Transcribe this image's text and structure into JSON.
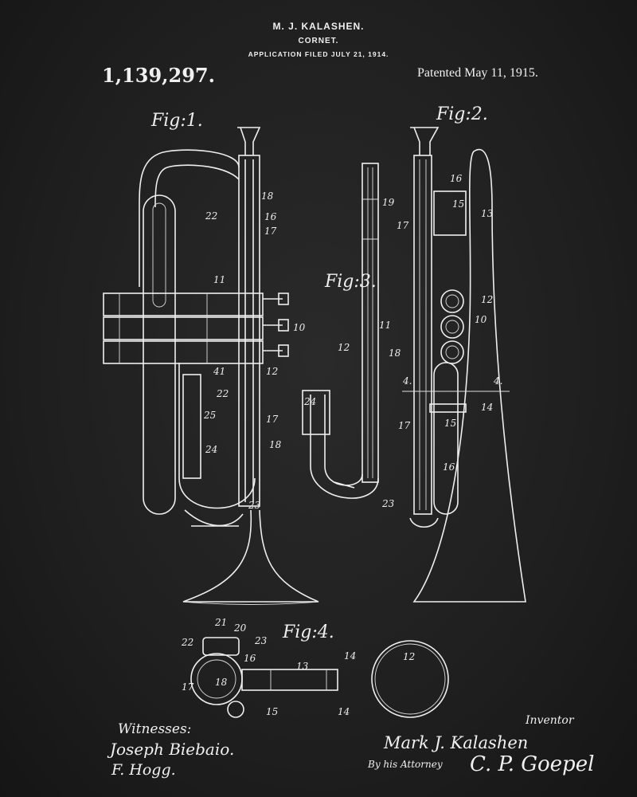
{
  "header": {
    "inventor": "M. J. KALASHEN.",
    "title": "CORNET.",
    "filed": "APPLICATION FILED JULY 21, 1914.",
    "patent_number": "1,139,297.",
    "patented": "Patented May 11, 1915."
  },
  "figures": {
    "fig1": "Fig:1.",
    "fig2": "Fig:2.",
    "fig3": "Fig:3.",
    "fig4": "Fig:4."
  },
  "reference_numerals": [
    "18",
    "22",
    "16",
    "17",
    "11",
    "10",
    "41",
    "12",
    "22",
    "25",
    "17",
    "24",
    "18",
    "23",
    "19",
    "12",
    "24",
    "16",
    "15",
    "13",
    "17",
    "12",
    "11",
    "10",
    "18",
    "4.",
    "4.",
    "14",
    "17",
    "15",
    "16",
    "23",
    "21",
    "20",
    "22",
    "23",
    "16",
    "17",
    "18",
    "13",
    "12",
    "14",
    "15",
    "14"
  ],
  "signatures": {
    "witnesses_label": "Witnesses:",
    "witness1": "Joseph Biebaio.",
    "witness2": "F. Hogg.",
    "inventor_signature": "Mark J. Kalashen",
    "inventor_label": "Inventor",
    "attorney_label": "By his Attorney",
    "attorney_signature": "C. P. Goepel"
  }
}
